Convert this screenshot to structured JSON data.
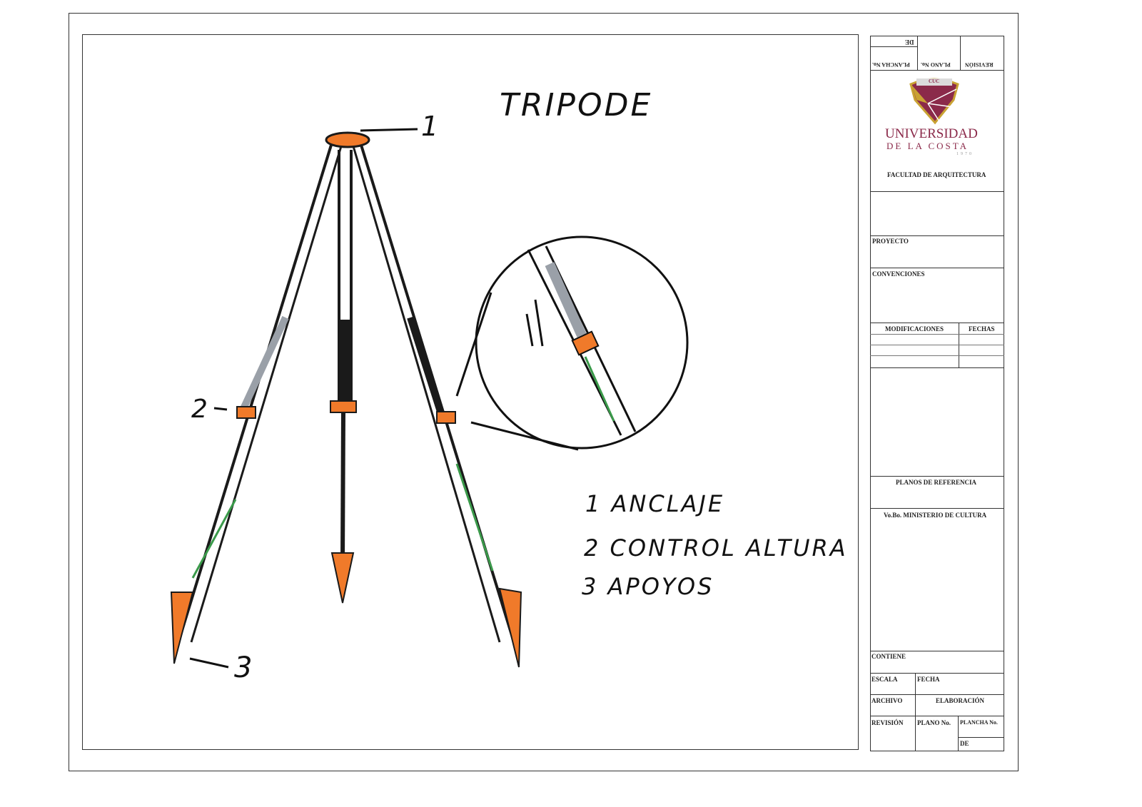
{
  "drawing": {
    "title": "TRIPODE",
    "callouts": [
      "1",
      "2",
      "3"
    ],
    "legend": [
      "1 ANCLAJE",
      "2 CONTROL ALTURA",
      "3 APOYOS"
    ],
    "colors": {
      "clamp": "#f07a2a",
      "leg": "#1a1a1a",
      "accent_green": "#3a9a4a",
      "accent_gray": "#9aa0a8"
    }
  },
  "title_block": {
    "top_row": {
      "revision": "REVISIÓN",
      "plano_no": "PLANO No.",
      "plancha_no": "PLANCHA No.",
      "de": "DE"
    },
    "logo": {
      "name": "UNIVERSIDAD",
      "line2": "DE LA COSTA",
      "year": "1970",
      "badge": "CUC",
      "colors": {
        "maroon": "#8b2a4a",
        "gold": "#c9a233"
      }
    },
    "faculty": "FACULTAD DE ARQUITECTURA",
    "proyecto": "PROYECTO",
    "convenciones": "CONVENCIONES",
    "modificaciones": "MODIFICACIONES",
    "fechas": "FECHAS",
    "planos_referencia": "PLANOS DE REFERENCIA",
    "vobo": "Vo.Bo. MINISTERIO DE CULTURA",
    "contiene": "CONTIENE",
    "escala": "ESCALA",
    "fecha": "FECHA",
    "archivo": "ARCHIVO",
    "elaboracion": "ELABORACIÓN",
    "revision": "REVISIÓN",
    "plano_no": "PLANO No.",
    "plancha_no": "PLANCHA No.",
    "de": "DE"
  }
}
